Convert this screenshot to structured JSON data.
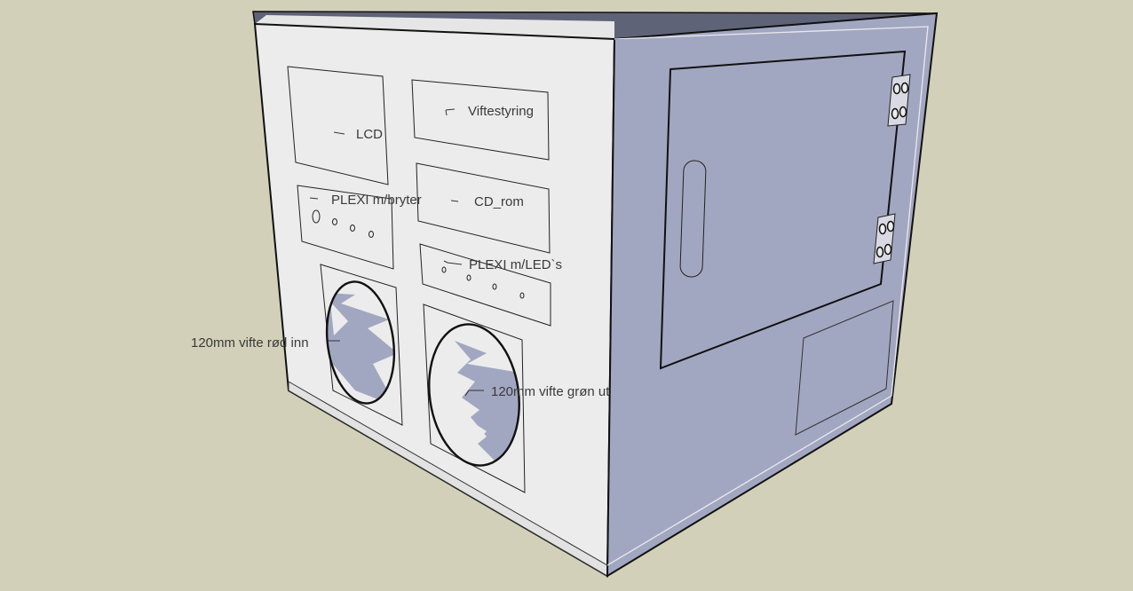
{
  "labels": {
    "lcd": "LCD",
    "fan_control": "Viftestyring",
    "plexi_switch": "PLEXI m/bryter",
    "cd_rom": "CD_rom",
    "plexi_leds": "PLEXI m/LED`s",
    "fan_red_in": "120mm vifte rød inn",
    "fan_green_out": "120mm vifte grøn ut"
  },
  "colors": {
    "background": "#d2d0b8",
    "front_face": "#ececec",
    "side_face": "#a2a7c1",
    "top_face": "#5f6378",
    "edge": "#111111",
    "fan_fill": "#a2a7c1"
  }
}
